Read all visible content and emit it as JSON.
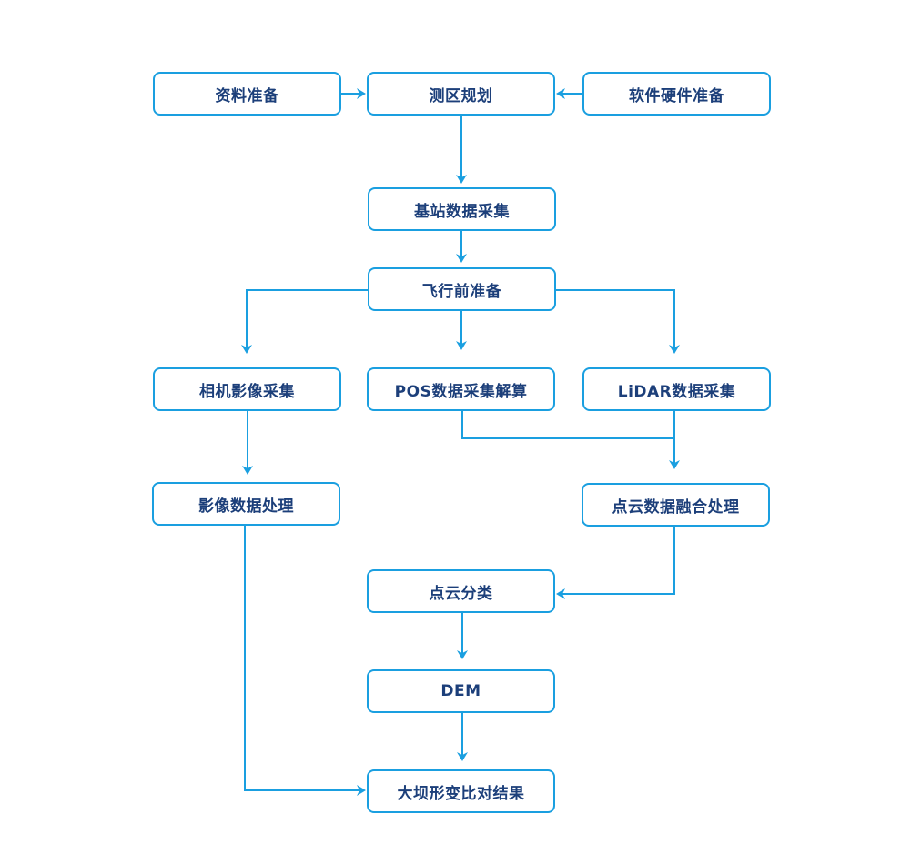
{
  "diagram": {
    "style": {
      "border_color": "#1a9fe0",
      "text_color": "#1c3f7a",
      "background": "#ffffff"
    },
    "nodes": {
      "material_prep": "资料准备",
      "survey_planning": "测区规划",
      "hardware_software_prep": "软件硬件准备",
      "base_station_collection": "基站数据采集",
      "preflight_prep": "飞行前准备",
      "camera_image_collection": "相机影像采集",
      "pos_collection": "POS数据采集解算",
      "lidar_collection": "LiDAR数据采集",
      "image_processing": "影像数据处理",
      "point_cloud_fusion": "点云数据融合处理",
      "point_cloud_classification": "点云分类",
      "dem": "DEM",
      "dam_deformation_result": "大坝形变比对结果"
    },
    "edges": [
      {
        "from": "material_prep",
        "to": "survey_planning"
      },
      {
        "from": "hardware_software_prep",
        "to": "survey_planning"
      },
      {
        "from": "survey_planning",
        "to": "base_station_collection"
      },
      {
        "from": "base_station_collection",
        "to": "preflight_prep"
      },
      {
        "from": "preflight_prep",
        "to": "camera_image_collection"
      },
      {
        "from": "preflight_prep",
        "to": "pos_collection"
      },
      {
        "from": "preflight_prep",
        "to": "lidar_collection"
      },
      {
        "from": "camera_image_collection",
        "to": "image_processing"
      },
      {
        "from": "pos_collection",
        "to": "point_cloud_fusion"
      },
      {
        "from": "lidar_collection",
        "to": "point_cloud_fusion"
      },
      {
        "from": "point_cloud_fusion",
        "to": "point_cloud_classification"
      },
      {
        "from": "point_cloud_classification",
        "to": "dem"
      },
      {
        "from": "dem",
        "to": "dam_deformation_result"
      },
      {
        "from": "image_processing",
        "to": "dam_deformation_result"
      }
    ]
  }
}
